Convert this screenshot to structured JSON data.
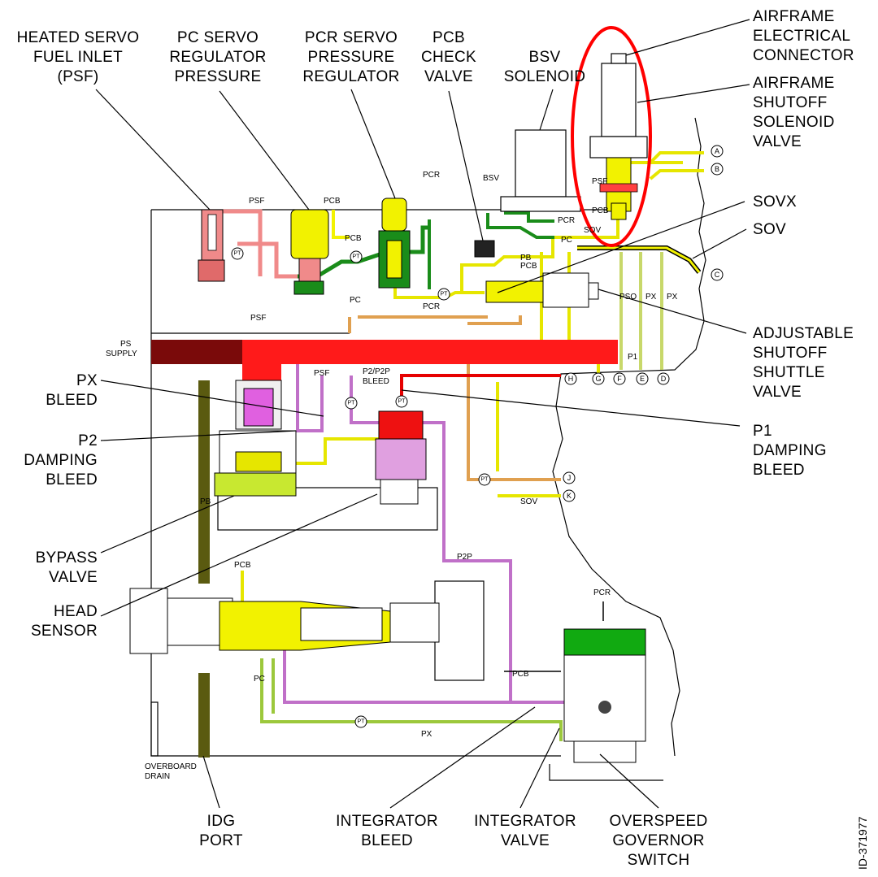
{
  "diagram": {
    "doc_id": "ID-371977",
    "callouts": {
      "heated_servo_fuel_inlet": [
        "HEATED SERVO",
        "FUEL INLET",
        "(PSF)"
      ],
      "pc_servo_regulator_pressure": [
        "PC SERVO",
        "REGULATOR",
        "PRESSURE"
      ],
      "pcr_servo_pressure_regulator": [
        "PCR SERVO",
        "PRESSURE",
        "REGULATOR"
      ],
      "pcb_check_valve": [
        "PCB",
        "CHECK",
        "VALVE"
      ],
      "bsv_solenoid": [
        "BSV",
        "SOLENOID"
      ],
      "airframe_electrical_connector": [
        "AIRFRAME",
        "ELECTRICAL",
        "CONNECTOR"
      ],
      "airframe_shutoff_solenoid_valve": [
        "AIRFRAME",
        "SHUTOFF",
        "SOLENOID",
        "VALVE"
      ],
      "sovx": [
        "SOVX"
      ],
      "sov": [
        "SOV"
      ],
      "adjustable_shutoff_shuttle_valve": [
        "ADJUSTABLE",
        "SHUTOFF",
        "SHUTTLE",
        "VALVE"
      ],
      "px_bleed": [
        "PX",
        "BLEED"
      ],
      "p2_damping_bleed": [
        "P2",
        "DAMPING",
        "BLEED"
      ],
      "p1_damping_bleed": [
        "P1",
        "DAMPING",
        "BLEED"
      ],
      "bypass_valve": [
        "BYPASS",
        "VALVE"
      ],
      "head_sensor": [
        "HEAD",
        "SENSOR"
      ],
      "idg_port": [
        "IDG",
        "PORT"
      ],
      "integrator_bleed": [
        "INTEGRATOR",
        "BLEED"
      ],
      "integrator_valve": [
        "INTEGRATOR",
        "VALVE"
      ],
      "overspeed_governor_switch": [
        "OVERSPEED",
        "GOVERNOR",
        "SWITCH"
      ]
    },
    "line_labels": {
      "psf_top": "PSF",
      "psf_bottom": "PSF",
      "pcb_top": "PCB",
      "pcb_right": "PCB",
      "pc": "PC",
      "pcr_up": "PCR",
      "pcr_low": "PCR",
      "bsv": "BSV",
      "pcr_sol": "PCR",
      "pc_sol": "PC",
      "psf_sov": "PSF",
      "pcb_sov": "PCB",
      "sov_tag": "SOV",
      "pb": "PB",
      "pcb_pb": "PCB",
      "pso": "PSO",
      "px1": "PX",
      "px2": "PX",
      "p1": "P1",
      "ps": "PS",
      "supply": "SUPPLY",
      "psf_mid": "PSF",
      "p2_bleed": "P2/P2P",
      "bleed": "BLEED",
      "pb_left": "PB",
      "sov_mid": "SOV",
      "p2p": "P2P",
      "pcb_bottom": "PCB",
      "pc_bottom": "PC",
      "pcr_gov": "PCR",
      "pcb_gov": "PCB",
      "px_bottom": "PX",
      "overboard": "OVERBOARD",
      "drain": "DRAIN"
    },
    "port_letters": [
      "A",
      "B",
      "C",
      "D",
      "E",
      "F",
      "G",
      "H",
      "J",
      "K"
    ],
    "pt_marker": "PT",
    "colors": {
      "ps_supply": "#7a0a0a",
      "p1": "#ff1a1a",
      "psf": "#f08a8a",
      "pcb": "#f2f200",
      "pc": "#1a8c1a",
      "px": "#c8d86a",
      "p2p": "#c070c8",
      "sov": "#e0a050",
      "pb": "#5a5a10",
      "highlight": "#ff0000"
    }
  }
}
